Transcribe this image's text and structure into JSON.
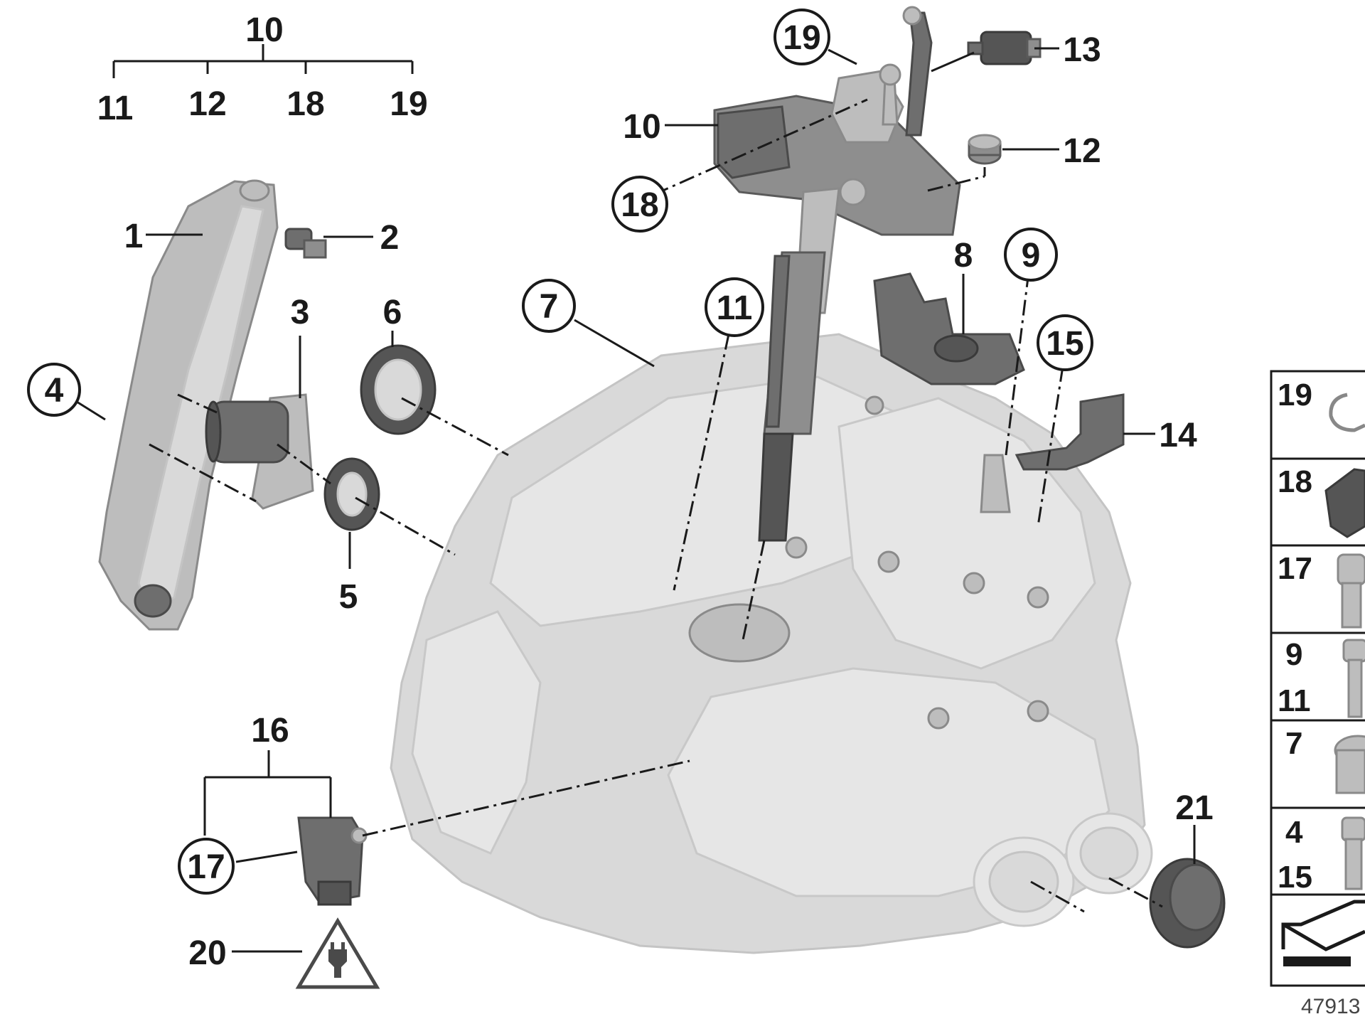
{
  "diagram": {
    "callouts": {
      "c1": "1",
      "c2": "2",
      "c3": "3",
      "c4": "4",
      "c5": "5",
      "c6": "6",
      "c7": "7",
      "c8": "8",
      "c9": "9",
      "c10": "10",
      "c12": "12",
      "c13": "13",
      "c14": "14",
      "c15": "15",
      "c16": "16",
      "c17": "17",
      "c18": "18",
      "c19": "19",
      "c20": "20",
      "c21": "21",
      "c11": "11"
    },
    "kit": {
      "title": "10",
      "items": [
        "11",
        "12",
        "18",
        "19"
      ]
    },
    "side_table": {
      "rows": [
        {
          "labels": [
            "19"
          ]
        },
        {
          "labels": [
            "18"
          ]
        },
        {
          "labels": [
            "17"
          ]
        },
        {
          "labels": [
            "9",
            "11"
          ]
        },
        {
          "labels": [
            "7"
          ]
        },
        {
          "labels": [
            "4",
            "15"
          ]
        }
      ]
    },
    "image_id": "47913"
  },
  "colors": {
    "housing": "#d9d9d9",
    "parts": "#6e6e6e",
    "ink": "#1a1a1a"
  },
  "icons": [
    "plug-warning-icon",
    "direction-arrow-icon"
  ]
}
